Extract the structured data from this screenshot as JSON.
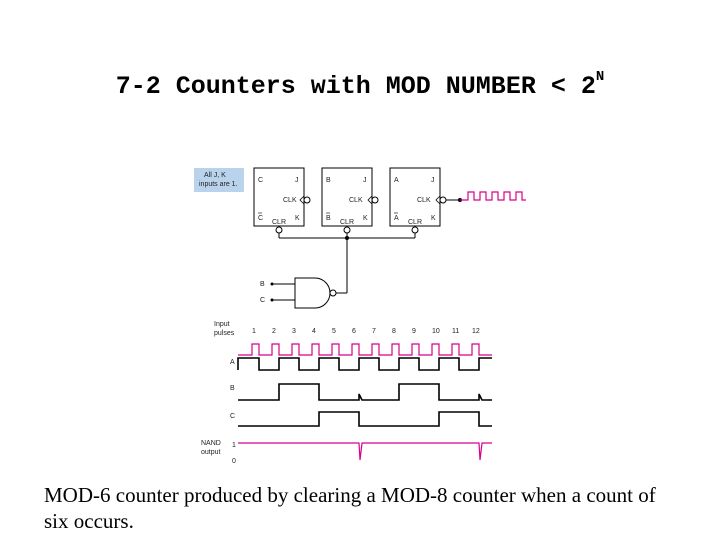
{
  "slide": {
    "title": "7-2 Counters with MOD NUMBER < 2",
    "title_sup": "N",
    "caption": "MOD-6 counter produced by clearing a MOD-8 counter when a count of six occurs."
  },
  "diagram": {
    "note_line1": "All J, K",
    "note_line2": "inputs are 1.",
    "flipflops": [
      {
        "q": "C",
        "qbar": "C",
        "j": "J",
        "k": "K",
        "clk": "CLK",
        "clr": "CLR"
      },
      {
        "q": "B",
        "qbar": "B",
        "j": "J",
        "k": "K",
        "clk": "CLK",
        "clr": "CLR"
      },
      {
        "q": "A",
        "qbar": "A",
        "j": "J",
        "k": "K",
        "clk": "CLK",
        "clr": "CLR"
      }
    ],
    "gate_inputs": [
      "B",
      "C"
    ],
    "timing": {
      "input_label_1": "Input",
      "input_label_2": "pulses",
      "pulse_numbers": [
        "1",
        "2",
        "3",
        "4",
        "5",
        "6",
        "7",
        "8",
        "9",
        "10",
        "11",
        "12"
      ],
      "row_labels": [
        "A",
        "B",
        "C"
      ],
      "nand_label_1": "NAND",
      "nand_label_2": "output",
      "nand_high": "1",
      "nand_low": "0"
    },
    "colors": {
      "note_box": "#b9d3ec",
      "clock": "#d6008c",
      "nand_wave": "#d6008c",
      "wave": "#000000"
    }
  }
}
